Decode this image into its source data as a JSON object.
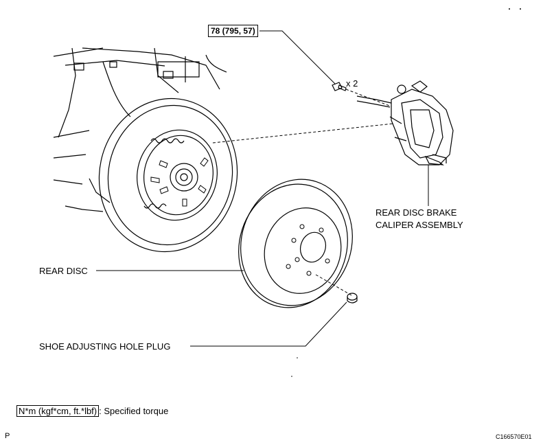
{
  "torque_spec": "78 (795, 57)",
  "bolt_quantity": "x 2",
  "labels": {
    "caliper_line1": "REAR DISC BRAKE",
    "caliper_line2": "CALIPER ASSEMBLY",
    "rear_disc": "REAR DISC",
    "hole_plug": "SHOE ADJUSTING HOLE PLUG"
  },
  "legend": {
    "unit_box": "N*m (kgf*cm, ft.*lbf)",
    "text": ": Specified torque"
  },
  "page_marker": "P",
  "figure_id": "C166570E01"
}
